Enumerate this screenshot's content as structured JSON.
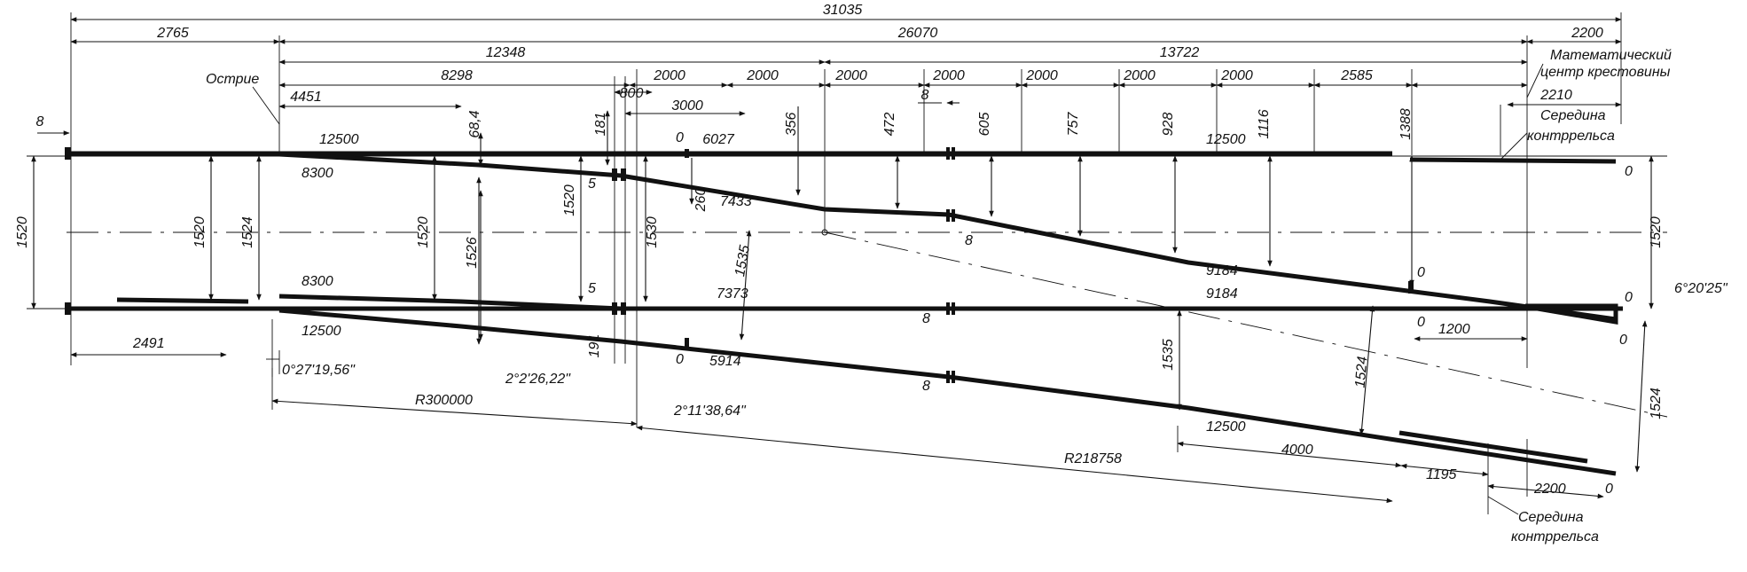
{
  "dimensions_top": {
    "total": "31035",
    "left_overhang": "2765",
    "main": "26070",
    "right_overhang": "2200",
    "front_part": "12348",
    "rear_part": "13722",
    "joint_gap": "8",
    "to_switch": "8298",
    "seg_4451": "4451",
    "seg_800": "800",
    "seg_3000": "3000",
    "seg_6027": "6027",
    "seg_2000": [
      "2000",
      "2000",
      "2000",
      "2000",
      "2000",
      "2000",
      "2000"
    ],
    "seg_2585": "2585",
    "frog_offset": "2210"
  },
  "ordinates": [
    "181",
    "356",
    "472",
    "605",
    "757",
    "928",
    "1116",
    "1388"
  ],
  "values": {
    "flangeway_684": "68,4",
    "gauge_1520": "1520",
    "gauge_1524": "1524",
    "gauge_1526": "1526",
    "gauge_1530": "1530",
    "gauge_1535": "1535",
    "rail_12500": "12500",
    "rail_8300": "8300",
    "zero": "0",
    "five": "5",
    "len_260": "260",
    "len_7433": "7433",
    "len_7373": "7373",
    "len_191": "191",
    "len_5914": "5914",
    "len_9184": "9184",
    "len_2491": "2491",
    "len_1200": "1200",
    "len_4000": "4000",
    "len_1195": "1195",
    "len_2200": "2200"
  },
  "angles": {
    "a1": "0°27'19,56\"",
    "a2": "2°2'26,22\"",
    "a3": "2°11'38,64\"",
    "frog": "6°20'25\""
  },
  "radii": {
    "r1": "R300000",
    "r2": "R218758"
  },
  "labels": {
    "point": "Острие",
    "math_center_1": "Математический",
    "math_center_2": "центр крестовины",
    "guard_mid_1": "Середина",
    "guard_mid_2": "контррельса"
  }
}
